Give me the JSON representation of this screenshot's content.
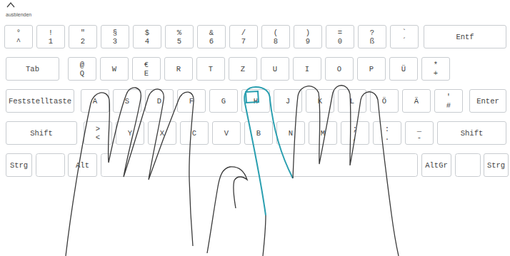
{
  "diagram": {
    "nodes": [
      {
        "text": [
          "°",
          "^"
        ]
      },
      {
        "text": [
          "!",
          "1"
        ]
      },
      {
        "text": [
          "\"",
          "2"
        ]
      },
      {
        "text": [
          "§",
          "3"
        ]
      },
      {
        "text": [
          "$",
          "4"
        ]
      },
      {
        "text": [
          "%",
          "5"
        ]
      },
      {
        "text": [
          "&",
          "6"
        ]
      },
      {
        "text": [
          "/",
          "7"
        ]
      },
      {
        "text": [
          "(",
          "8"
        ]
      },
      {
        "text": [
          ")",
          "9"
        ]
      },
      {
        "text": [
          "=",
          "0"
        ]
      },
      {
        "text": [
          "?",
          "ß"
        ]
      },
      {
        "text": [
          "`",
          "´"
        ]
      },
      {
        "text": [
          "Entf"
        ]
      },
      {
        "text": [
          "Tab"
        ]
      },
      {
        "text": [
          "@",
          "Q"
        ]
      },
      {
        "text": [
          "W"
        ]
      },
      {
        "text": [
          "€",
          "E"
        ]
      },
      {
        "text": [
          "R"
        ]
      },
      {
        "text": [
          "T"
        ]
      },
      {
        "text": [
          "Z"
        ]
      },
      {
        "text": [
          "U"
        ]
      },
      {
        "text": [
          "I"
        ]
      },
      {
        "text": [
          "O"
        ]
      },
      {
        "text": [
          "P"
        ]
      },
      {
        "text": [
          "Ü"
        ]
      },
      {
        "text": [
          "*",
          "+"
        ]
      },
      {
        "text": [
          "Feststelltaste"
        ]
      },
      {
        "text": [
          "A"
        ]
      },
      {
        "text": [
          "S"
        ]
      },
      {
        "text": [
          "D"
        ]
      },
      {
        "text": [
          "F"
        ]
      },
      {
        "text": [
          "G"
        ]
      },
      {
        "text": [
          "H"
        ]
      },
      {
        "text": [
          "J"
        ]
      },
      {
        "text": [
          "K"
        ]
      },
      {
        "text": [
          "L"
        ]
      },
      {
        "text": [
          "Ö"
        ]
      },
      {
        "text": [
          "Ä"
        ]
      },
      {
        "text": [
          "'",
          "#"
        ]
      },
      {
        "text": [
          "Enter"
        ]
      },
      {
        "text": [
          "Shift"
        ]
      },
      {
        "text": [
          ">",
          "<"
        ]
      },
      {
        "text": [
          "Y"
        ]
      },
      {
        "text": [
          "X"
        ]
      },
      {
        "text": [
          "C"
        ]
      },
      {
        "text": [
          "V"
        ]
      },
      {
        "text": [
          "B"
        ]
      },
      {
        "text": [
          "N"
        ]
      },
      {
        "text": [
          "M"
        ]
      },
      {
        "text": [
          ";",
          ","
        ]
      },
      {
        "text": [
          ":",
          "."
        ]
      },
      {
        "text": [
          "_",
          "-"
        ]
      },
      {
        "text": [
          "Shift"
        ]
      },
      {
        "text": [
          "Strg"
        ]
      },
      {
        "text": [
          "Alt"
        ]
      },
      {
        "text": [
          "AltGr"
        ]
      },
      {
        "text": [
          "Strg"
        ]
      }
    ],
    "labels": [
      "ausblenden"
    ]
  }
}
